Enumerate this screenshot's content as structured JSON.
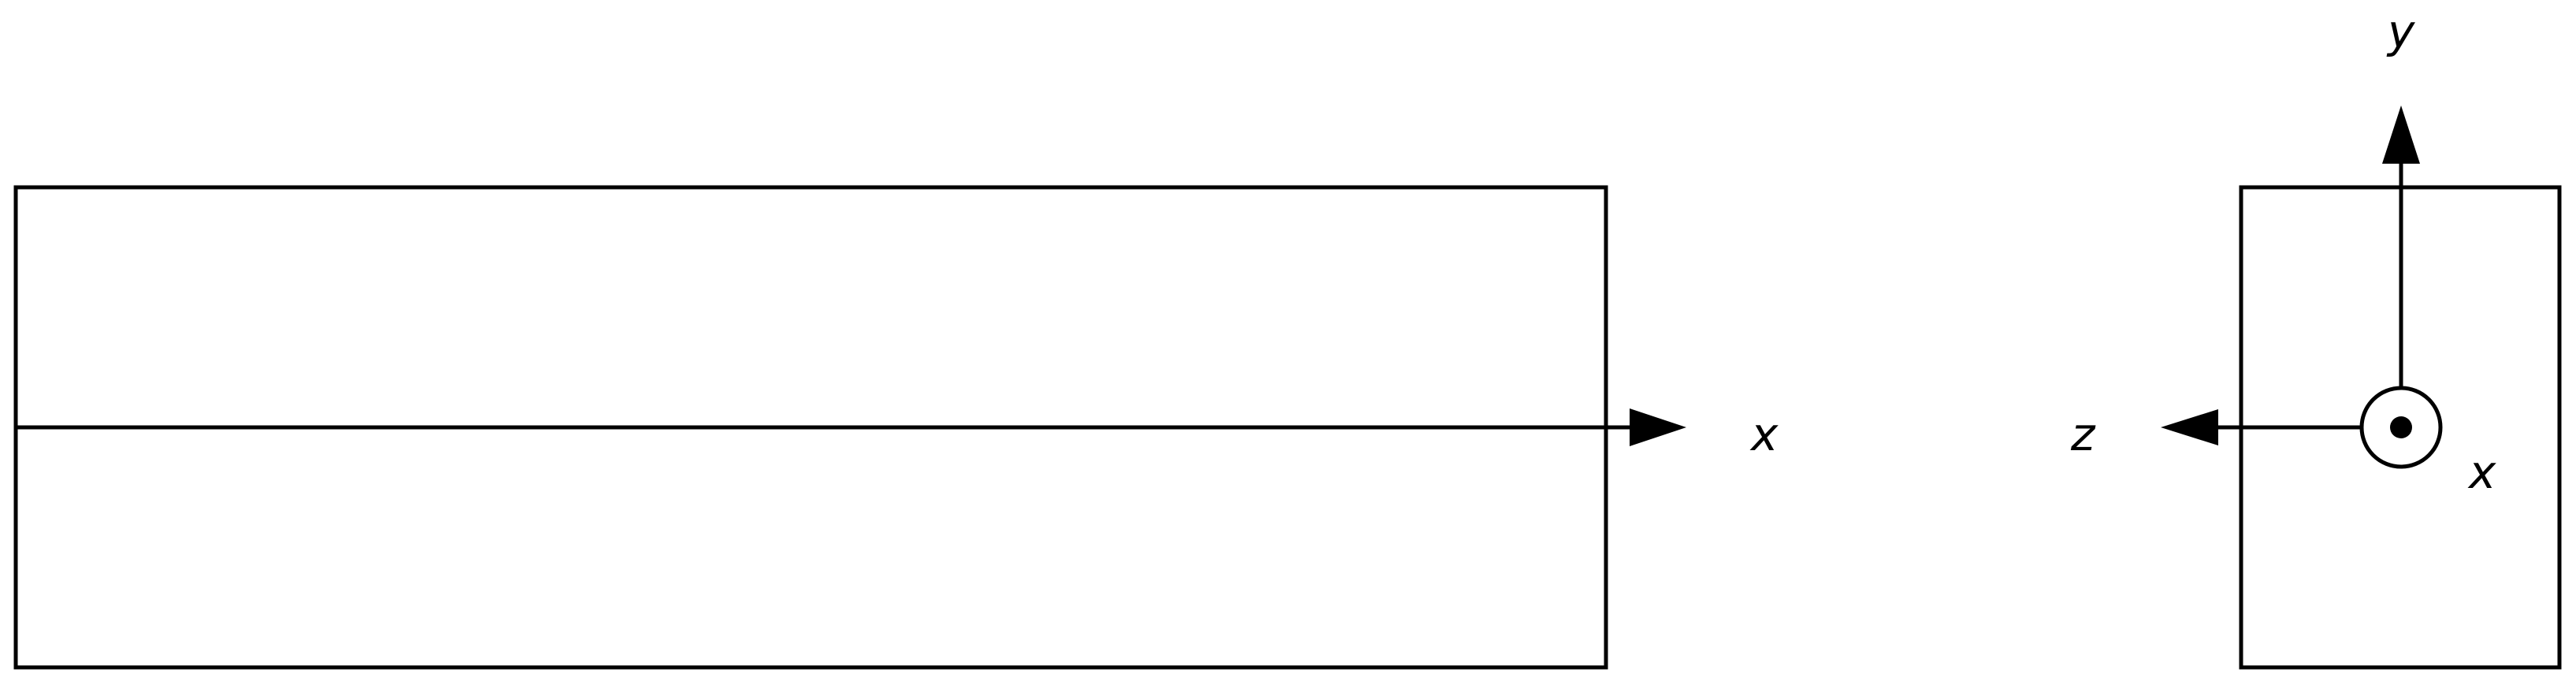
{
  "diagram": {
    "side_view": {
      "axis_label": "x"
    },
    "end_view": {
      "vertical_axis_label": "y",
      "horizontal_axis_label": "z",
      "out_of_plane_axis_label": "x"
    }
  },
  "colors": {
    "stroke": "#000000",
    "background": "#ffffff"
  }
}
